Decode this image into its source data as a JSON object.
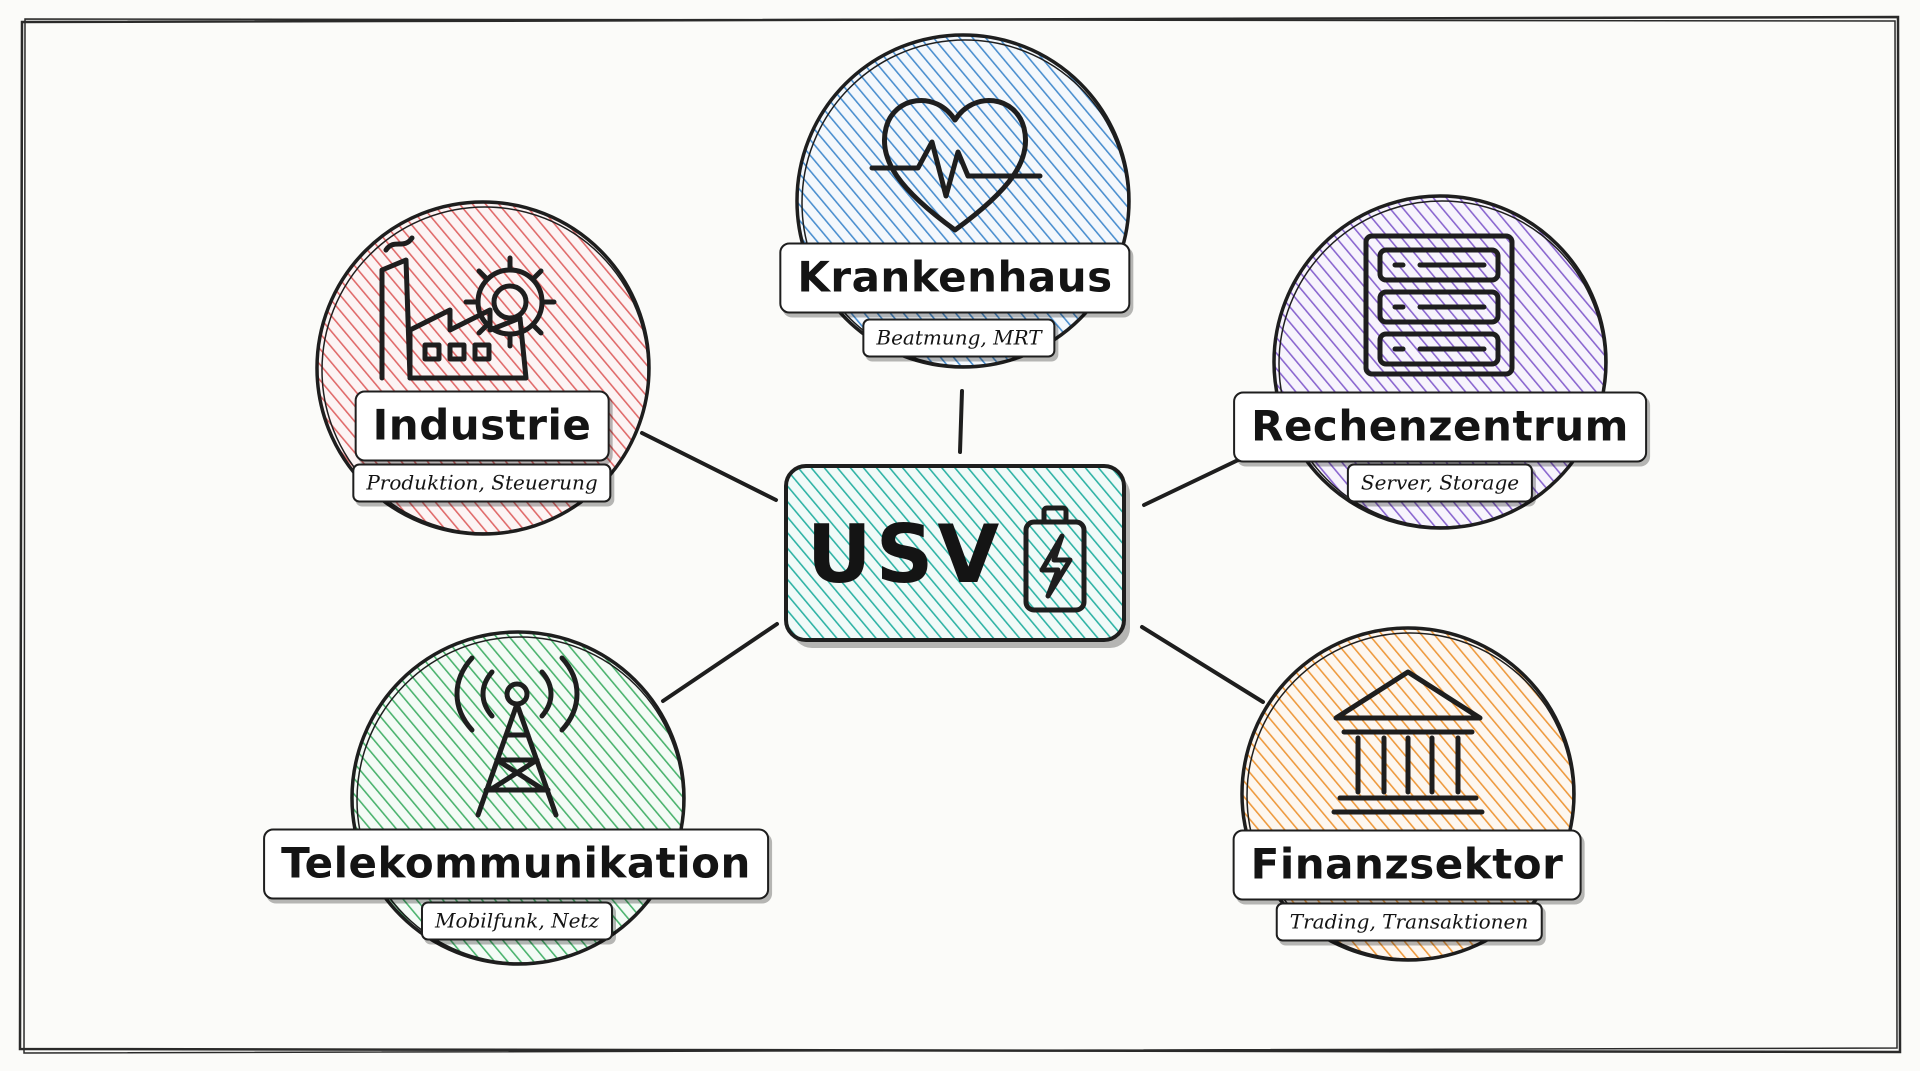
{
  "center": {
    "label": "USV",
    "icon": "battery-bolt-icon",
    "color": "#2fb3a5"
  },
  "sectors": [
    {
      "id": "krankenhaus",
      "title": "Krankenhaus",
      "subtitle": "Beatmung, MRT",
      "icon": "heart-pulse-icon",
      "color": "#4b8fcf"
    },
    {
      "id": "industrie",
      "title": "Industrie",
      "subtitle": "Produktion, Steuerung",
      "icon": "factory-gear-icon",
      "color": "#e06a6a"
    },
    {
      "id": "rechenzentrum",
      "title": "Rechenzentrum",
      "subtitle": "Server, Storage",
      "icon": "server-rack-icon",
      "color": "#8a66cf"
    },
    {
      "id": "telekommunikation",
      "title": "Telekommunikation",
      "subtitle": "Mobilfunk, Netz",
      "icon": "antenna-tower-icon",
      "color": "#4bb36e"
    },
    {
      "id": "finanzsektor",
      "title": "Finanzsektor",
      "subtitle": "Trading, Transaktionen",
      "icon": "bank-building-icon",
      "color": "#ee9a3e"
    }
  ]
}
